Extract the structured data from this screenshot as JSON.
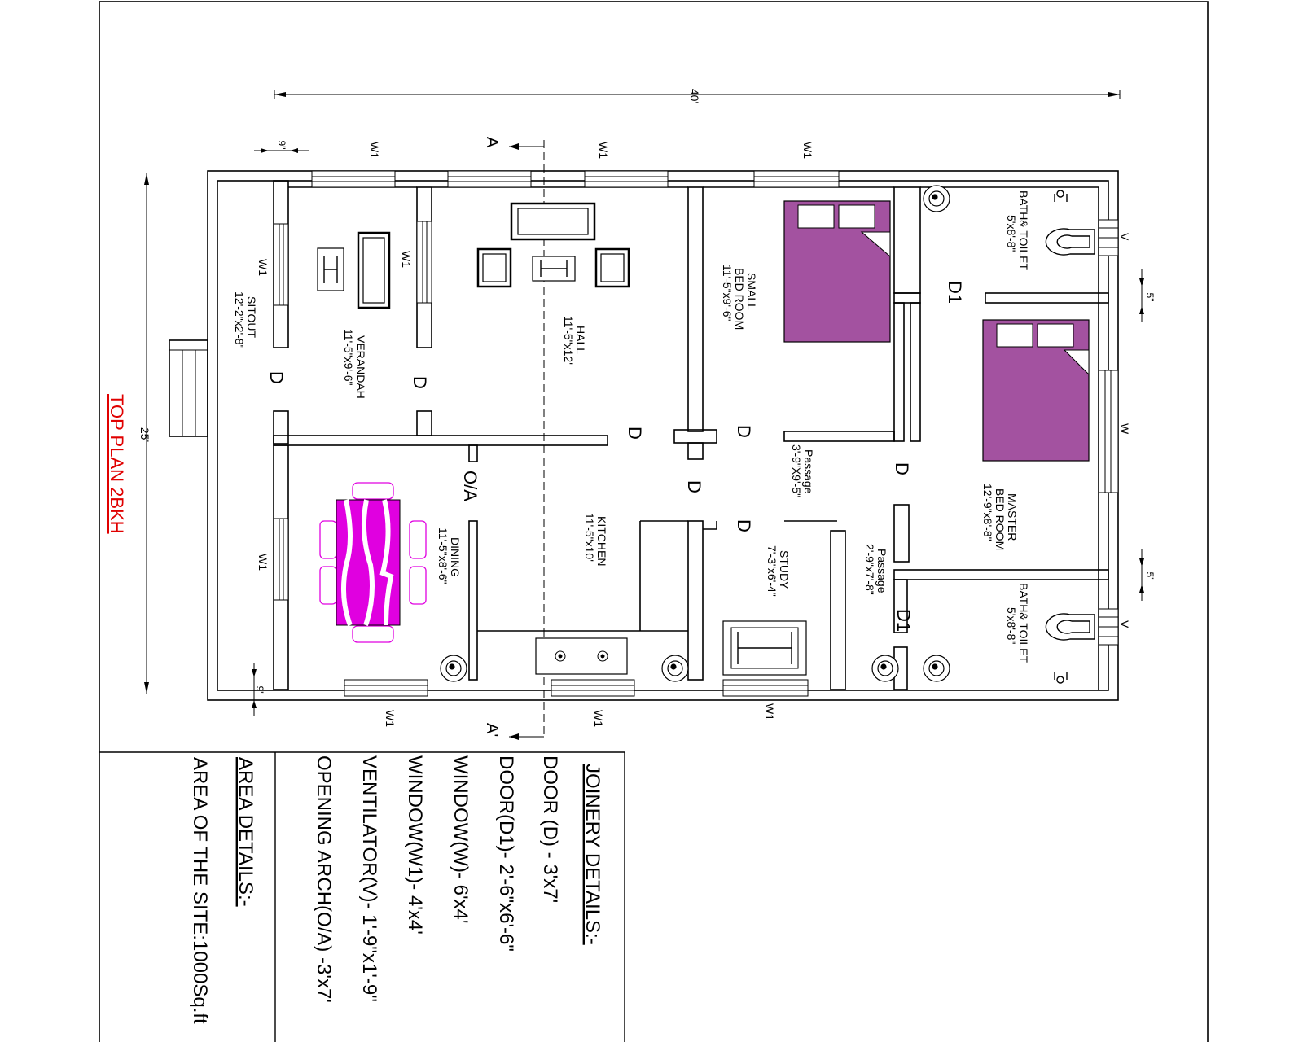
{
  "title": "TOP PLAN 2BKH",
  "dimensions": {
    "overall_width": "40'",
    "overall_depth": "25'",
    "wall_offset_top": "9\"",
    "wall_offset_bottom": "9\"",
    "gap_upper": "5\"",
    "gap_lower": "5\""
  },
  "section_marks": {
    "start": "A",
    "end": "A'"
  },
  "rooms": {
    "sitout": {
      "name": "SITOUT",
      "size": "12'-2\"x2'-8\""
    },
    "verandah": {
      "name": "VERANDAH",
      "size": "11'-5\"x9'-6\""
    },
    "hall": {
      "name": "HALL",
      "size": "11'-5\"x12'"
    },
    "small_bed": {
      "name1": "SMALL",
      "name2": "BED ROOM",
      "size": "11'-5\"x9'-6\""
    },
    "bath1": {
      "name": "BATH& TOILET",
      "size": "5'x8'-8\""
    },
    "master_bed": {
      "name1": "MASTER",
      "name2": "BED ROOM",
      "size": "12'-9\"x8'-8\""
    },
    "bath2": {
      "name": "BATH& TOILET",
      "size": "5'x8'-8\""
    },
    "dining": {
      "name": "DINING",
      "size": "11'-5\"x8'-6\""
    },
    "kitchen": {
      "name": "KITCHEN",
      "size": "11'-5\"x10'"
    },
    "study": {
      "name": "STUDY",
      "size": "7'-3\"x6'-4\""
    },
    "passage1": {
      "name": "Passage",
      "size": "3'-9\"X9'-5\""
    },
    "passage2": {
      "name": "Passage",
      "size": "2'-9\"x7'-8\""
    }
  },
  "openings": {
    "door": "D",
    "door1": "D1",
    "window": "W",
    "window1": "W1",
    "ventilator": "V",
    "arch": "O/A"
  },
  "joinery": {
    "heading": "JOINERY DETAILS:-",
    "items": [
      "DOOR (D)  -   3'x7'",
      "DOOR(D1)-  2'-6\"x6'-6\"",
      "WINDOW(W)- 6'x4'",
      "WINDOW(W1)- 4'x4'",
      "VENTILATOR(V)- 1'-9\"x1'-9\"",
      "OPENING ARCH(O/A) -3'x7'"
    ]
  },
  "area": {
    "heading": "AREA DETAILS:-",
    "site": "AREA OF THE SITE:1000Sq.ft"
  },
  "colors": {
    "bed": "#a352a0",
    "table": "#e000e0",
    "title": "#e00000"
  }
}
